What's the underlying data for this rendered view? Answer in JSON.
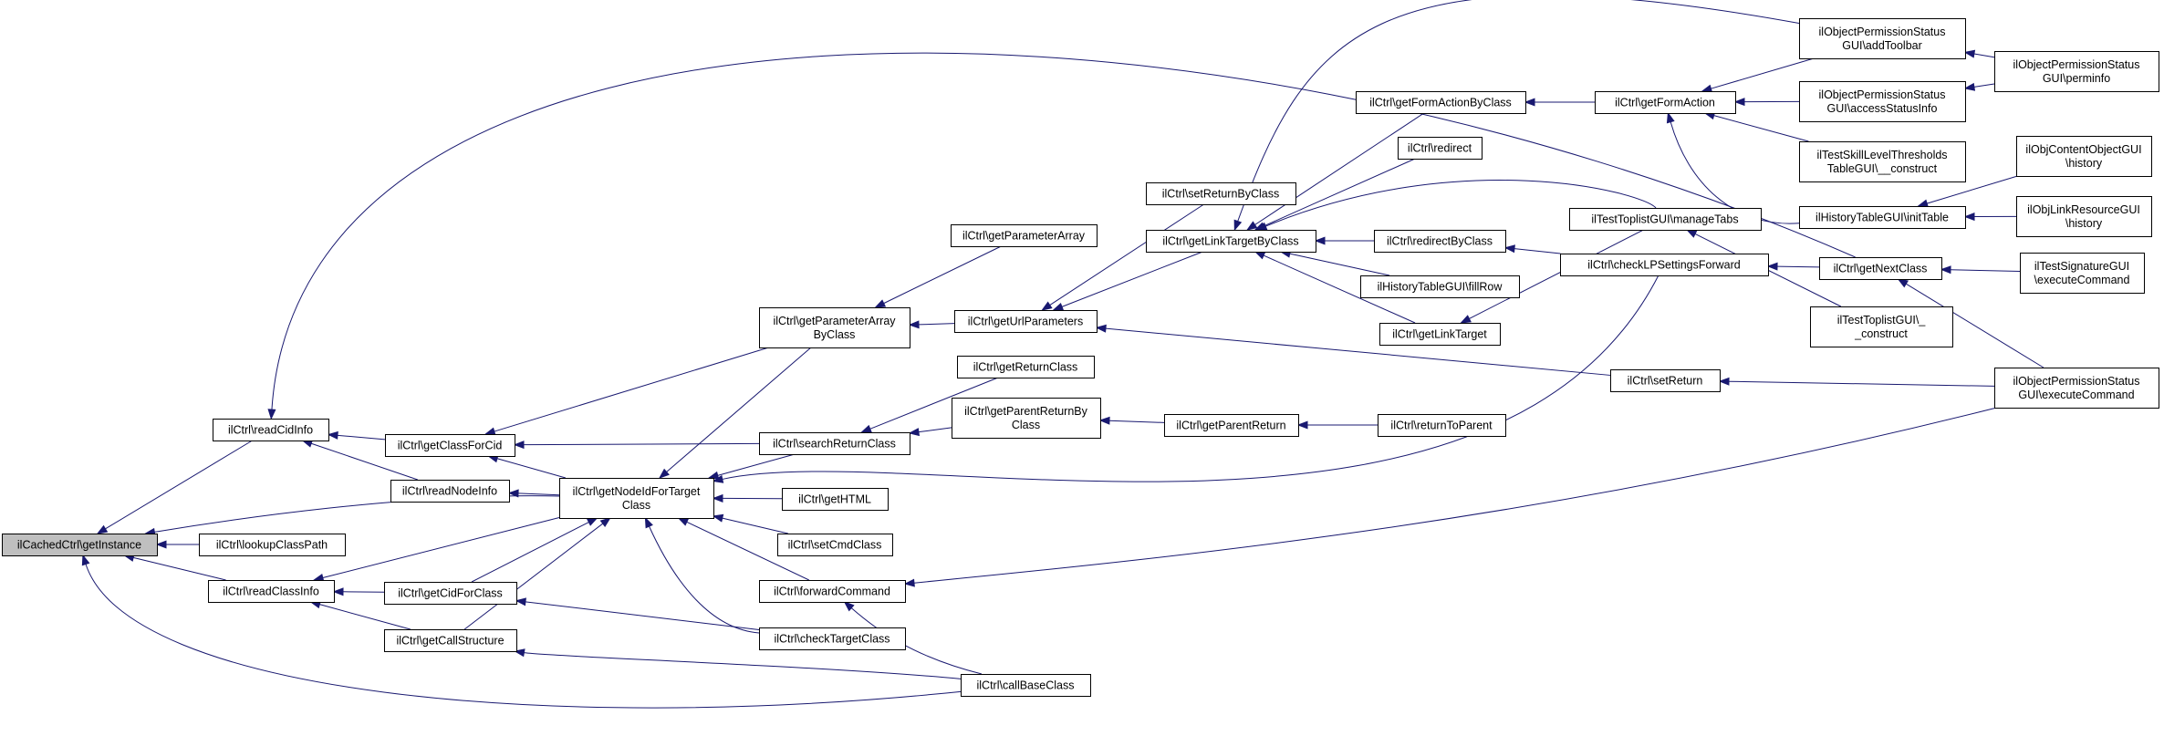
{
  "graph": {
    "nodes": [
      {
        "id": "n0",
        "lines": [
          "ilCachedCtrl\\getInstance"
        ],
        "root": true
      },
      {
        "id": "n1",
        "lines": [
          "ilCtrl\\readCidInfo"
        ]
      },
      {
        "id": "n2",
        "lines": [
          "ilCtrl\\lookupClassPath"
        ]
      },
      {
        "id": "n3",
        "lines": [
          "ilCtrl\\readClassInfo"
        ]
      },
      {
        "id": "n4",
        "lines": [
          "ilCtrl\\getNodeIdForTarget",
          "Class"
        ]
      },
      {
        "id": "n5",
        "lines": [
          "ilCtrl\\callBaseClass"
        ]
      },
      {
        "id": "n6",
        "lines": [
          "ilCtrl\\getClassForCid"
        ]
      },
      {
        "id": "n7",
        "lines": [
          "ilCtrl\\readNodeInfo"
        ]
      },
      {
        "id": "n8",
        "lines": [
          "ilCtrl\\getCidForClass"
        ]
      },
      {
        "id": "n9",
        "lines": [
          "ilCtrl\\getCallStructure"
        ]
      },
      {
        "id": "n10",
        "lines": [
          "ilCtrl\\getParameterArray",
          "ByClass"
        ]
      },
      {
        "id": "n11",
        "lines": [
          "ilCtrl\\searchReturnClass"
        ]
      },
      {
        "id": "n12",
        "lines": [
          "ilCtrl\\getHTML"
        ]
      },
      {
        "id": "n13",
        "lines": [
          "ilCtrl\\setCmdClass"
        ]
      },
      {
        "id": "n14",
        "lines": [
          "ilCtrl\\forwardCommand"
        ]
      },
      {
        "id": "n15",
        "lines": [
          "ilCtrl\\checkTargetClass"
        ]
      },
      {
        "id": "n16",
        "lines": [
          "ilCtrl\\getParameterArray"
        ]
      },
      {
        "id": "n17",
        "lines": [
          "ilCtrl\\getUrlParameters"
        ]
      },
      {
        "id": "n18",
        "lines": [
          "ilCtrl\\getReturnClass"
        ]
      },
      {
        "id": "n19",
        "lines": [
          "ilCtrl\\getParentReturnBy",
          "Class"
        ]
      },
      {
        "id": "n20",
        "lines": [
          "ilCtrl\\setReturnByClass"
        ]
      },
      {
        "id": "n21",
        "lines": [
          "ilCtrl\\getLinkTargetByClass"
        ]
      },
      {
        "id": "n22",
        "lines": [
          "ilCtrl\\getParentReturn"
        ]
      },
      {
        "id": "n23",
        "lines": [
          "ilCtrl\\getFormActionByClass"
        ]
      },
      {
        "id": "n24",
        "lines": [
          "ilCtrl\\redirect"
        ]
      },
      {
        "id": "n25",
        "lines": [
          "ilCtrl\\redirectByClass"
        ]
      },
      {
        "id": "n26",
        "lines": [
          "ilHistoryTableGUI\\fillRow"
        ]
      },
      {
        "id": "n27",
        "lines": [
          "ilCtrl\\getLinkTarget"
        ]
      },
      {
        "id": "n28",
        "lines": [
          "ilCtrl\\returnToParent"
        ]
      },
      {
        "id": "n29",
        "lines": [
          "ilCtrl\\getFormAction"
        ]
      },
      {
        "id": "n30",
        "lines": [
          "ilTestToplistGUI\\manageTabs"
        ]
      },
      {
        "id": "n31",
        "lines": [
          "ilCtrl\\checkLPSettingsForward"
        ]
      },
      {
        "id": "n32",
        "lines": [
          "ilCtrl\\setReturn"
        ]
      },
      {
        "id": "n33",
        "lines": [
          "ilObjectPermissionStatus",
          "GUI\\addToolbar"
        ]
      },
      {
        "id": "n34",
        "lines": [
          "ilObjectPermissionStatus",
          "GUI\\accessStatusInfo"
        ]
      },
      {
        "id": "n35",
        "lines": [
          "ilTestSkillLevelThresholds",
          "TableGUI\\__construct"
        ]
      },
      {
        "id": "n36",
        "lines": [
          "ilHistoryTableGUI\\initTable"
        ]
      },
      {
        "id": "n37",
        "lines": [
          "ilCtrl\\getNextClass"
        ]
      },
      {
        "id": "n38",
        "lines": [
          "ilTestToplistGUI\\_",
          "_construct"
        ]
      },
      {
        "id": "n39",
        "lines": [
          "ilObjectPermissionStatus",
          "GUI\\perminfo"
        ]
      },
      {
        "id": "n40",
        "lines": [
          "ilObjContentObjectGUI",
          "\\history"
        ]
      },
      {
        "id": "n41",
        "lines": [
          "ilObjLinkResourceGUI",
          "\\history"
        ]
      },
      {
        "id": "n42",
        "lines": [
          "ilTestSignatureGUI",
          "\\executeCommand"
        ]
      },
      {
        "id": "n43",
        "lines": [
          "ilObjectPermissionStatus",
          "GUI\\executeCommand"
        ]
      }
    ],
    "edges": [
      [
        "n1",
        "n0"
      ],
      [
        "n2",
        "n0"
      ],
      [
        "n3",
        "n0"
      ],
      [
        "n4",
        "n0"
      ],
      [
        "n5",
        "n0"
      ],
      [
        "n6",
        "n1"
      ],
      [
        "n7",
        "n1"
      ],
      [
        "n37",
        "n1"
      ],
      [
        "n8",
        "n3"
      ],
      [
        "n9",
        "n3"
      ],
      [
        "n4",
        "n3"
      ],
      [
        "n4",
        "n6"
      ],
      [
        "n11",
        "n6"
      ],
      [
        "n10",
        "n6"
      ],
      [
        "n4",
        "n7"
      ],
      [
        "n8",
        "n4"
      ],
      [
        "n9",
        "n4"
      ],
      [
        "n10",
        "n4"
      ],
      [
        "n11",
        "n4"
      ],
      [
        "n12",
        "n4"
      ],
      [
        "n13",
        "n4"
      ],
      [
        "n14",
        "n4"
      ],
      [
        "n15",
        "n4"
      ],
      [
        "n31",
        "n4"
      ],
      [
        "n15",
        "n8"
      ],
      [
        "n5",
        "n9"
      ],
      [
        "n5",
        "n14"
      ],
      [
        "n43",
        "n14"
      ],
      [
        "n16",
        "n10"
      ],
      [
        "n17",
        "n10"
      ],
      [
        "n18",
        "n11"
      ],
      [
        "n19",
        "n11"
      ],
      [
        "n20",
        "n17"
      ],
      [
        "n21",
        "n17"
      ],
      [
        "n32",
        "n17"
      ],
      [
        "n22",
        "n19"
      ],
      [
        "n28",
        "n22"
      ],
      [
        "n23",
        "n21"
      ],
      [
        "n24",
        "n21"
      ],
      [
        "n25",
        "n21"
      ],
      [
        "n26",
        "n21"
      ],
      [
        "n27",
        "n21"
      ],
      [
        "n30",
        "n21"
      ],
      [
        "n33",
        "n21"
      ],
      [
        "n29",
        "n23"
      ],
      [
        "n33",
        "n29"
      ],
      [
        "n34",
        "n29"
      ],
      [
        "n35",
        "n29"
      ],
      [
        "n36",
        "n29"
      ],
      [
        "n31",
        "n25"
      ],
      [
        "n30",
        "n27"
      ],
      [
        "n38",
        "n30"
      ],
      [
        "n37",
        "n31"
      ],
      [
        "n43",
        "n32"
      ],
      [
        "n39",
        "n33"
      ],
      [
        "n39",
        "n34"
      ],
      [
        "n40",
        "n36"
      ],
      [
        "n41",
        "n36"
      ],
      [
        "n42",
        "n37"
      ],
      [
        "n43",
        "n37"
      ]
    ]
  }
}
